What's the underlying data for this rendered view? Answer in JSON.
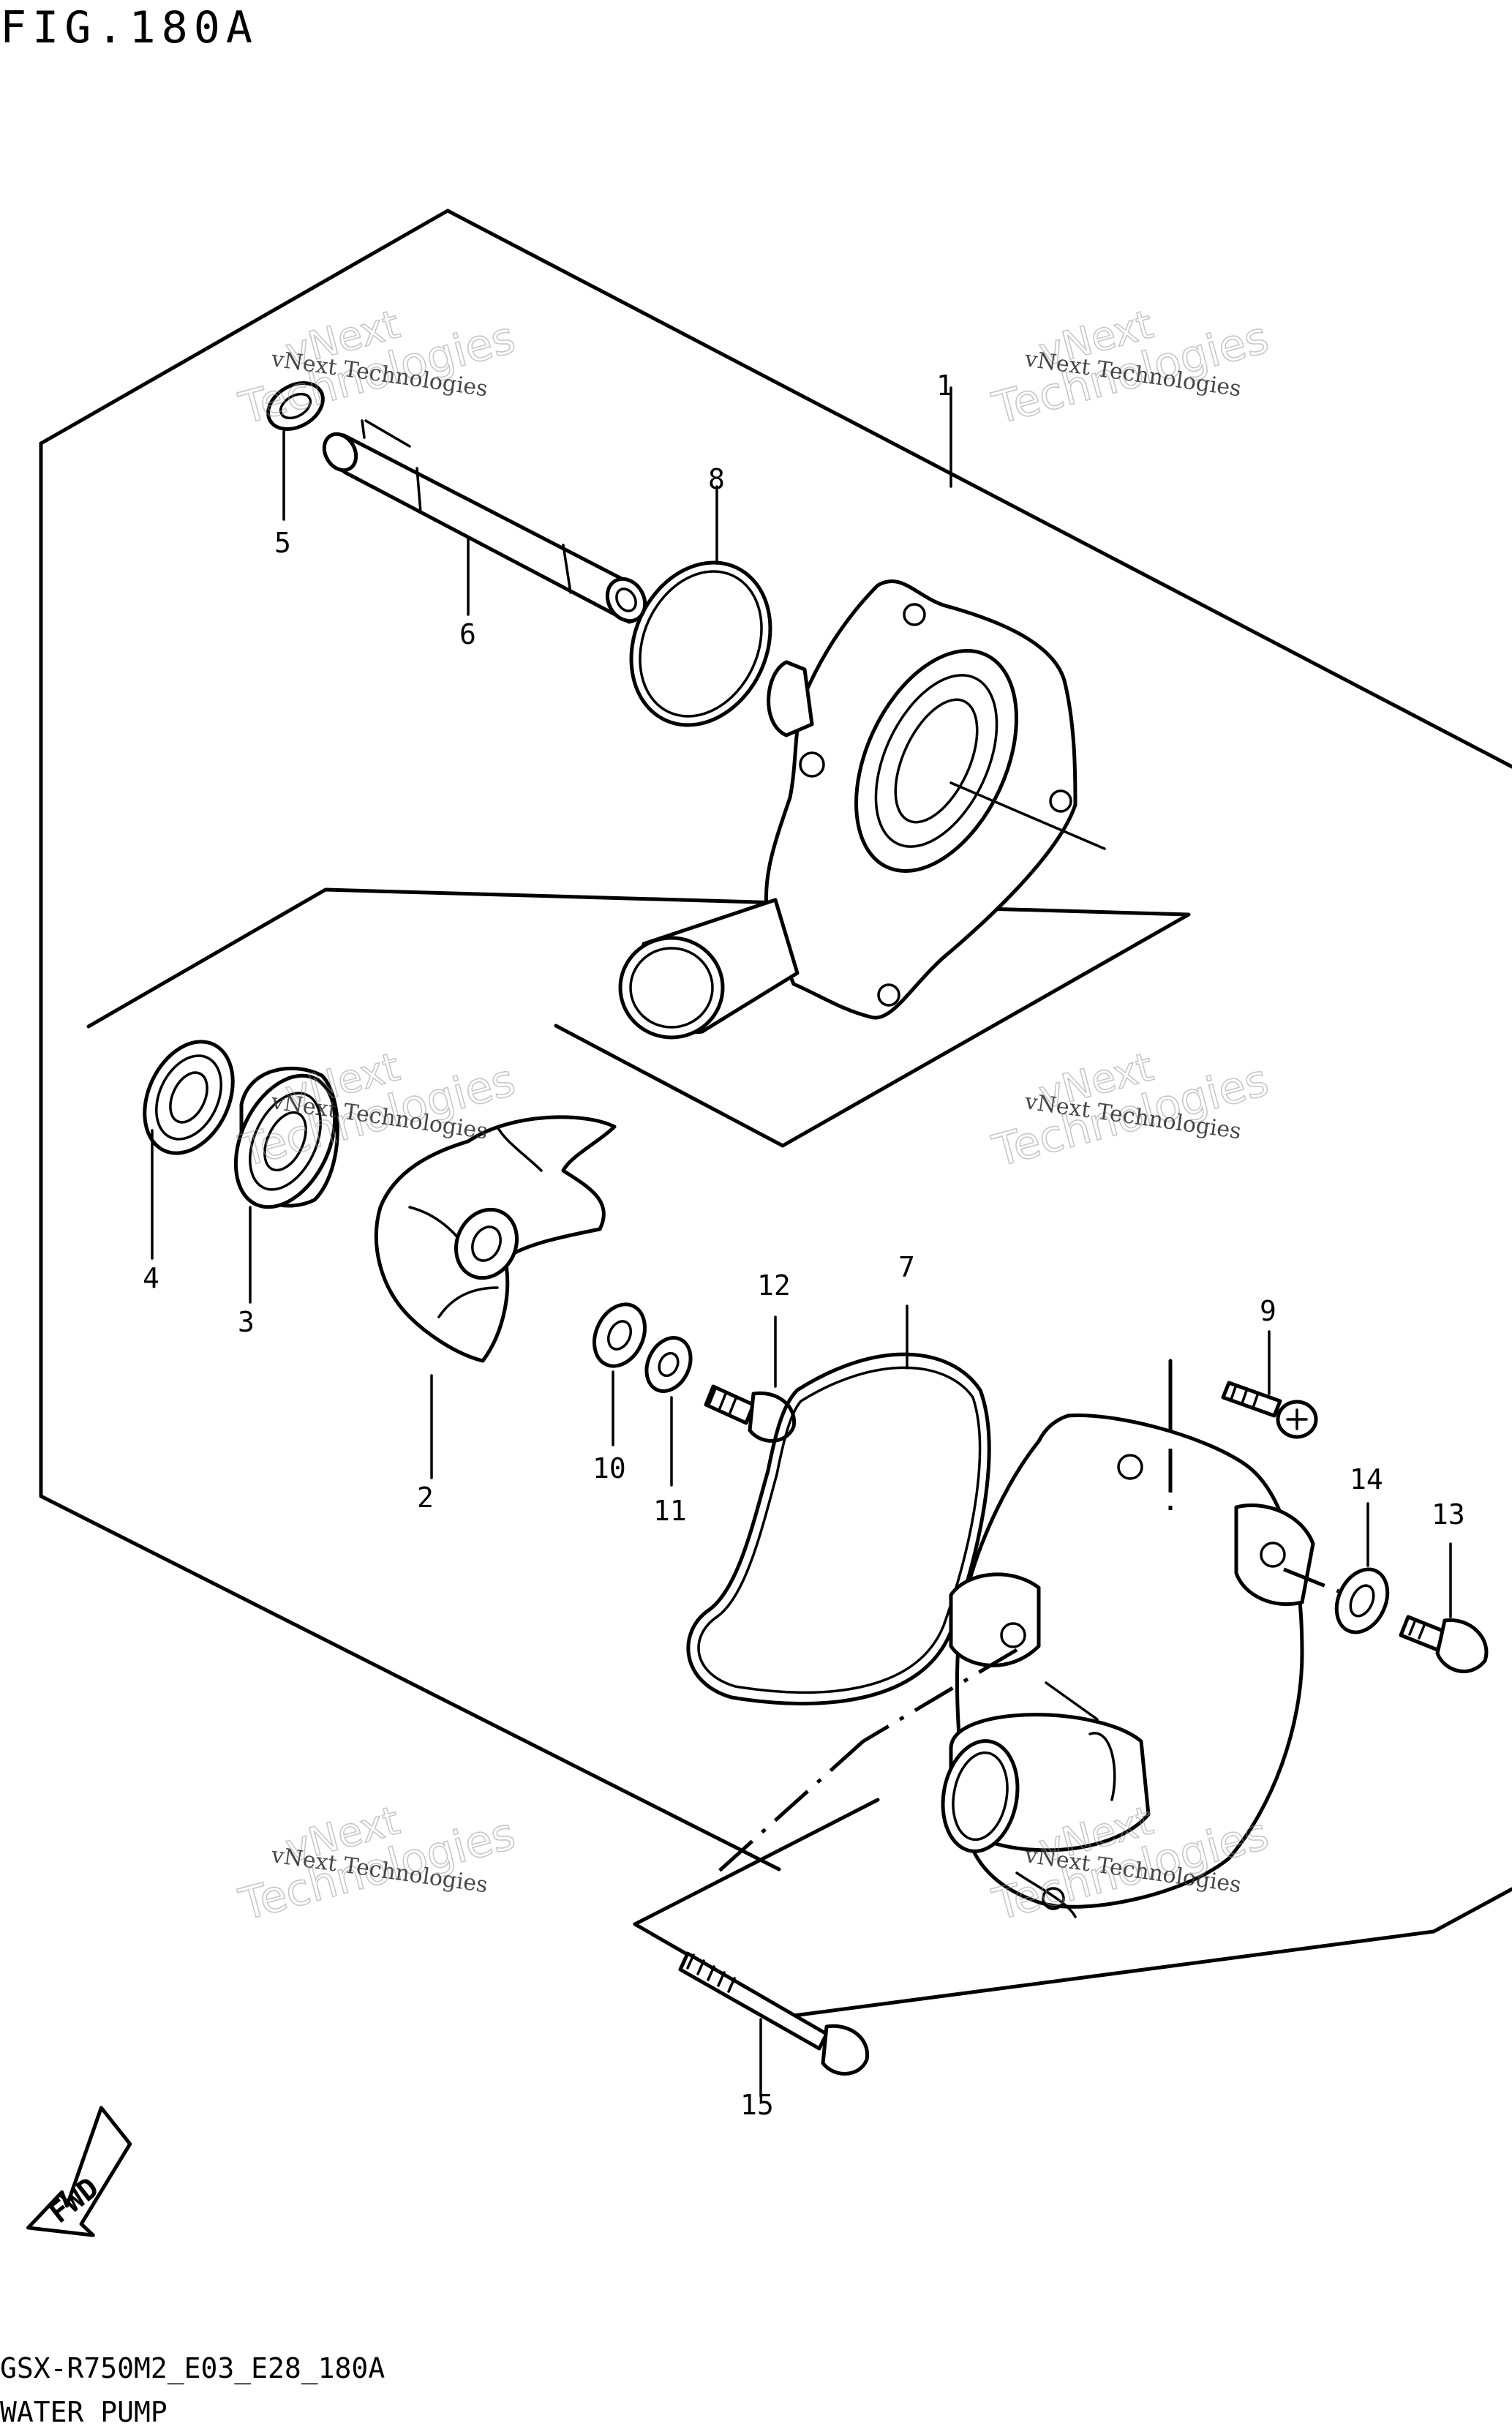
{
  "header": {
    "figure_title": "FIG.180A"
  },
  "footer": {
    "model_code": "GSX-R750M2_E03_E28_180A",
    "section_name": "WATER PUMP"
  },
  "fwd_arrow": {
    "label": "FWD",
    "icon": "fwd-arrow-icon"
  },
  "watermark": {
    "line1": "vNext",
    "line2": "Technologies",
    "small": "vNext Technologies"
  },
  "callouts": {
    "c1": "1",
    "c2": "2",
    "c3": "3",
    "c4": "4",
    "c5": "5",
    "c6": "6",
    "c7": "7",
    "c8": "8",
    "c9": "9",
    "c10": "10",
    "c11": "11",
    "c12": "12",
    "c13": "13",
    "c14": "14",
    "c15": "15"
  }
}
